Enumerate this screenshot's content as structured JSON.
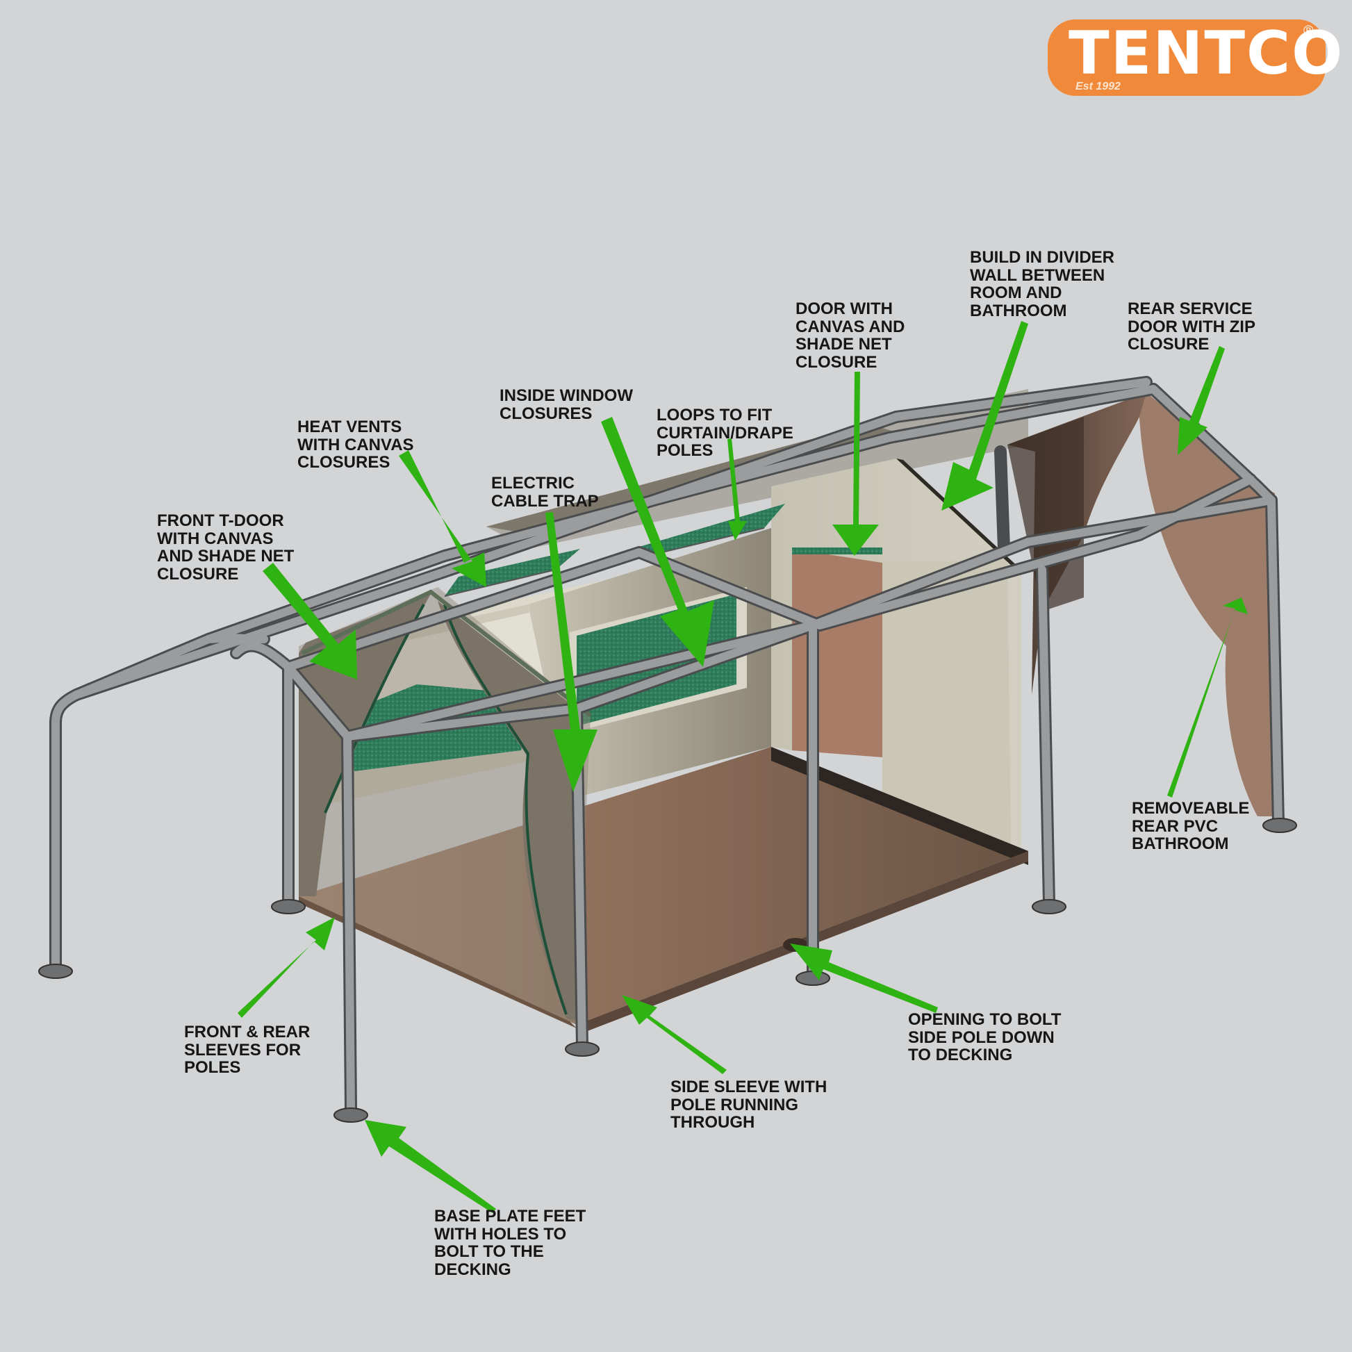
{
  "brand": {
    "name": "TENTCO",
    "registered_mark": "®",
    "established": "Est 1992",
    "color": "#f08a3a"
  },
  "colors": {
    "background": "#d3d4d6",
    "arrow": "#2eb312",
    "canvas_tan": "#7b7466",
    "canvas_light": "#c9c3b2",
    "floor_brown": "#94715c",
    "shade_net": "#2e7c5a",
    "frame_grey": "#909294"
  },
  "callouts": {
    "front_t_door": "FRONT T-DOOR\nWITH CANVAS\nAND SHADE NET\nCLOSURE",
    "heat_vents": "HEAT VENTS\nWITH CANVAS\nCLOSURES",
    "inside_window": "INSIDE WINDOW\nCLOSURES",
    "electric_cable": "ELECTRIC\nCABLE TRAP",
    "loops": "LOOPS TO FIT\nCURTAIN/DRAPE\nPOLES",
    "door_canvas": "DOOR WITH\nCANVAS AND\nSHADE NET\nCLOSURE",
    "divider": "BUILD IN DIVIDER\nWALL BETWEEN\nROOM AND\nBATHROOM",
    "rear_service": "REAR SERVICE\nDOOR WITH ZIP\nCLOSURE",
    "removable_bathroom": "REMOVEABLE\nREAR PVC\nBATHROOM",
    "front_rear_sleeves": "FRONT & REAR\nSLEEVES FOR\nPOLES",
    "side_sleeve": "SIDE SLEEVE WITH\nPOLE RUNNING\nTHROUGH",
    "opening_bolt": "OPENING TO BOLT\nSIDE POLE DOWN\nTO DECKING",
    "base_plate": "BASE PLATE FEET\nWITH HOLES TO\nBOLT TO THE\nDECKING"
  }
}
